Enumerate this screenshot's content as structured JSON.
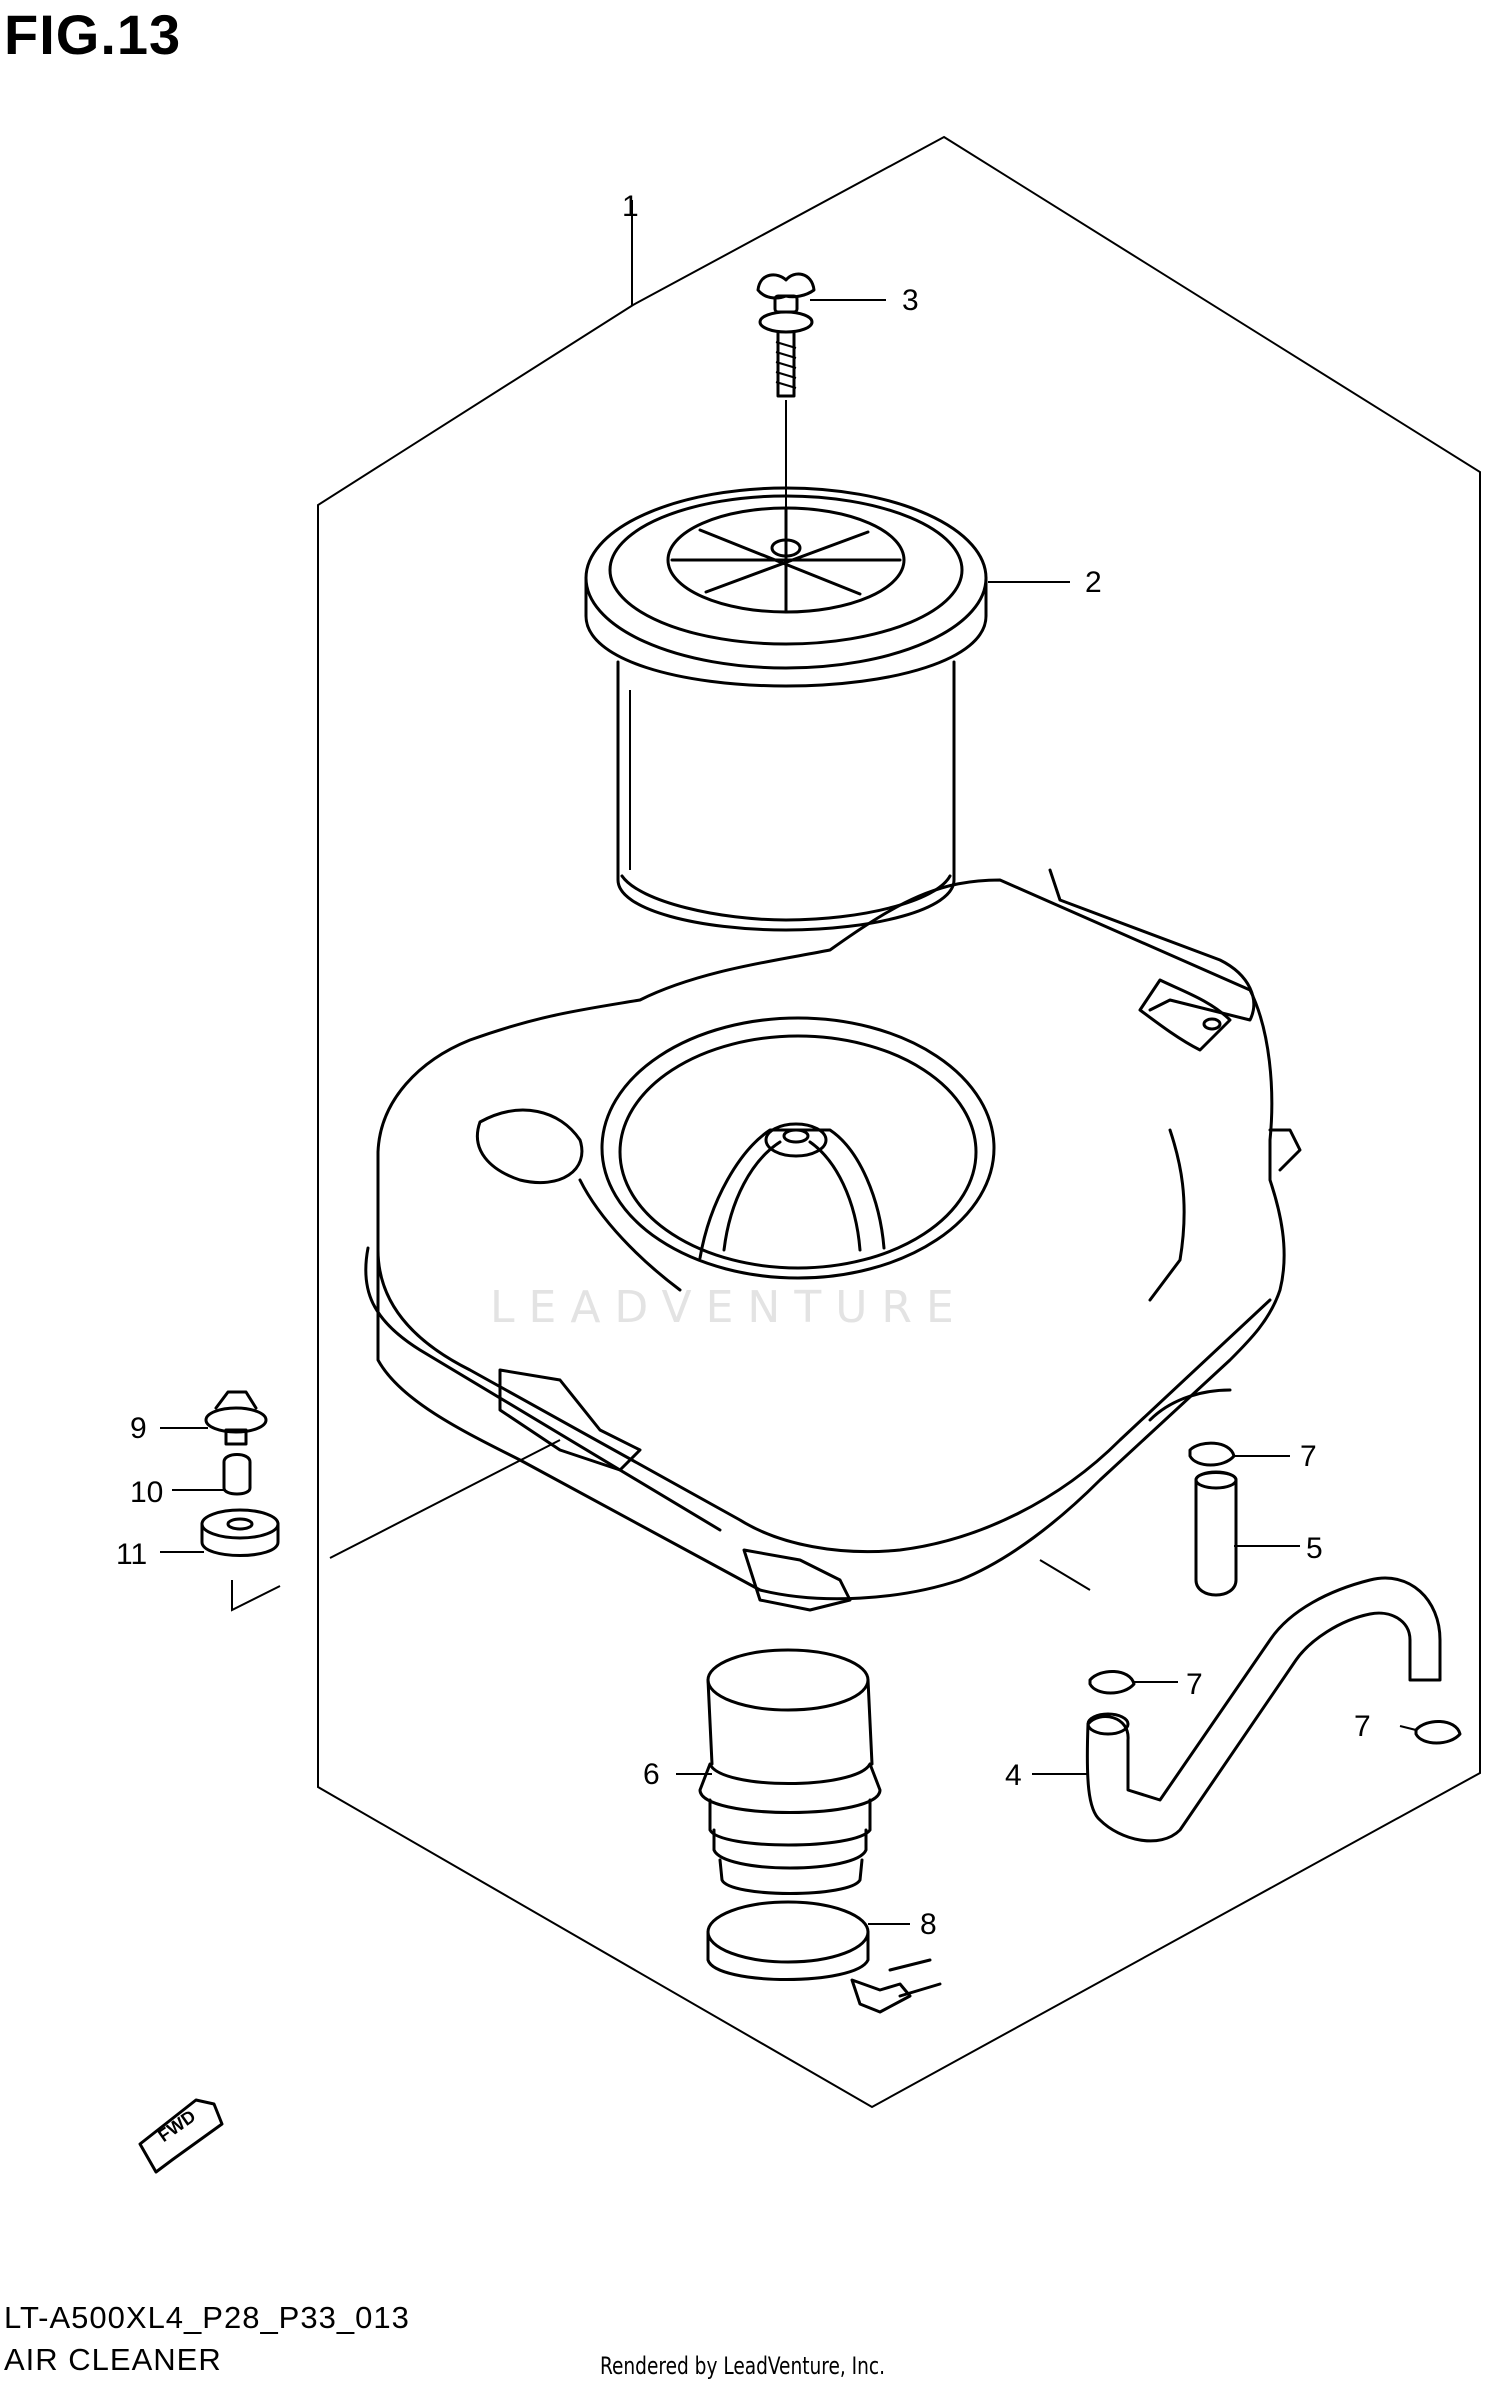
{
  "figure": {
    "title": "FIG.13",
    "model_code": "LT-A500XL4_P28_P33_013",
    "section_name": "AIR CLEANER",
    "credit": "Rendered by LeadVenture, Inc.",
    "watermark": "LEADVENTURE",
    "fwd_label": "FWD"
  },
  "callouts": [
    {
      "id": "1",
      "label": "1",
      "part": "air-cleaner-assembly"
    },
    {
      "id": "2",
      "label": "2",
      "part": "element"
    },
    {
      "id": "3",
      "label": "3",
      "part": "wing-bolt"
    },
    {
      "id": "4",
      "label": "4",
      "part": "drain-hose"
    },
    {
      "id": "5",
      "label": "5",
      "part": "drain-plug"
    },
    {
      "id": "6",
      "label": "6",
      "part": "outlet-tube"
    },
    {
      "id": "7a",
      "label": "7",
      "part": "clamp"
    },
    {
      "id": "7b",
      "label": "7",
      "part": "clamp"
    },
    {
      "id": "7c",
      "label": "7",
      "part": "clamp"
    },
    {
      "id": "8",
      "label": "8",
      "part": "band-clamp"
    },
    {
      "id": "9",
      "label": "9",
      "part": "bolt"
    },
    {
      "id": "10",
      "label": "10",
      "part": "collar"
    },
    {
      "id": "11",
      "label": "11",
      "part": "cushion"
    }
  ]
}
